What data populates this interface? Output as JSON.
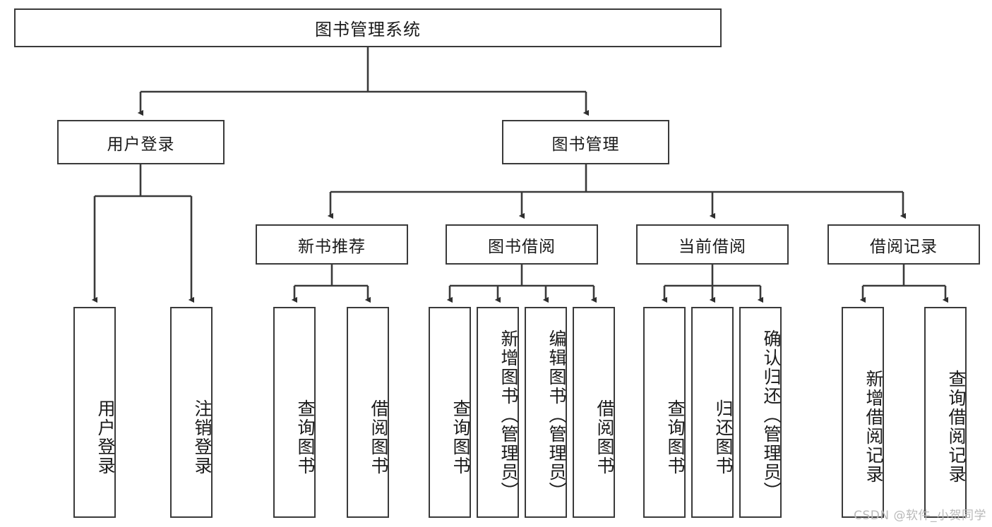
{
  "diagram": {
    "title": "图书管理系统",
    "type": "tree",
    "root": {
      "label": "图书管理系统"
    },
    "level2": [
      {
        "id": "user-login",
        "label": "用户登录"
      },
      {
        "id": "book-manage",
        "label": "图书管理"
      }
    ],
    "level3": [
      {
        "id": "new-book-recommend",
        "label": "新书推荐",
        "parent": "book-manage"
      },
      {
        "id": "book-borrow",
        "label": "图书借阅",
        "parent": "book-manage"
      },
      {
        "id": "current-borrow",
        "label": "当前借阅",
        "parent": "book-manage"
      },
      {
        "id": "borrow-record",
        "label": "借阅记录",
        "parent": "book-manage"
      }
    ],
    "leaves": [
      {
        "id": "leaf-user-login",
        "label": "用户登录",
        "parent": "user-login"
      },
      {
        "id": "leaf-logout-login",
        "label": "注销登录",
        "parent": "user-login"
      },
      {
        "id": "leaf-query-book-1",
        "label": "查询图书",
        "parent": "new-book-recommend"
      },
      {
        "id": "leaf-borrow-book-1",
        "label": "借阅图书",
        "parent": "new-book-recommend"
      },
      {
        "id": "leaf-query-book-2",
        "label": "查询图书",
        "parent": "book-borrow"
      },
      {
        "id": "leaf-add-book",
        "label": "新增图书（管理员）",
        "parent": "book-borrow"
      },
      {
        "id": "leaf-edit-book",
        "label": "编辑图书（管理员）",
        "parent": "book-borrow"
      },
      {
        "id": "leaf-borrow-book-2",
        "label": "借阅图书",
        "parent": "book-borrow"
      },
      {
        "id": "leaf-query-book-3",
        "label": "查询图书",
        "parent": "current-borrow"
      },
      {
        "id": "leaf-return-book",
        "label": "归还图书",
        "parent": "current-borrow"
      },
      {
        "id": "leaf-confirm-return",
        "label": "确认归还（管理员）",
        "parent": "current-borrow"
      },
      {
        "id": "leaf-add-record",
        "label": "新增借阅记录",
        "parent": "borrow-record"
      },
      {
        "id": "leaf-query-record",
        "label": "查询借阅记录",
        "parent": "borrow-record"
      }
    ]
  },
  "watermark": {
    "text": "CSDN @软件_小贺同学"
  },
  "colors": {
    "stroke": "#3a3a3a",
    "background": "#ffffff",
    "text": "#1a1a1a",
    "watermark": "#b9b9b9"
  }
}
